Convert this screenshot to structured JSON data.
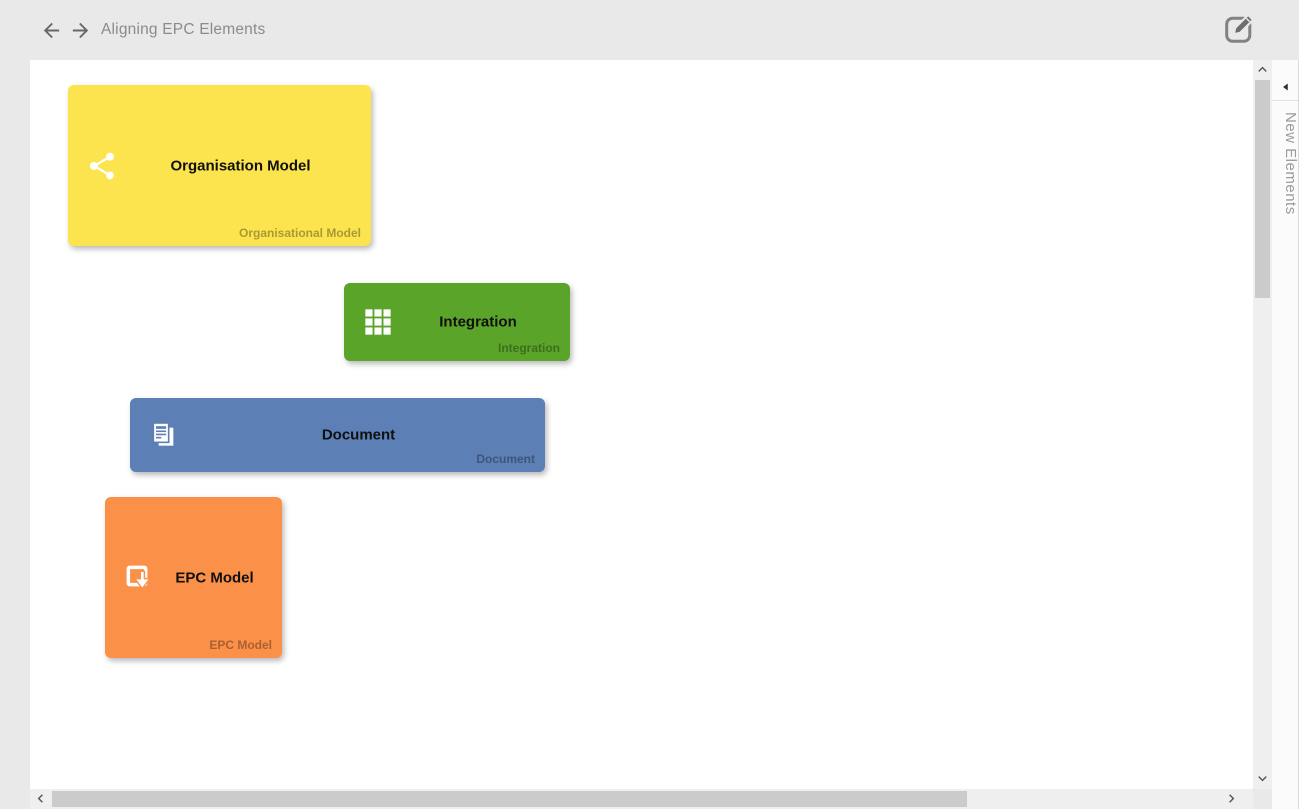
{
  "header": {
    "title": "Aligning EPC Elements",
    "back_icon": "arrow-left",
    "forward_icon": "arrow-right",
    "edit_icon": "edit-pencil-square"
  },
  "canvas": {
    "cards": [
      {
        "id": "organisation-model",
        "title": "Organisation Model",
        "footer_label": "Organisational Model",
        "icon": "share-icon",
        "color": "#fbe44d"
      },
      {
        "id": "integration",
        "title": "Integration",
        "footer_label": "Integration",
        "icon": "grid-icon",
        "color": "#5aa42a"
      },
      {
        "id": "document",
        "title": "Document",
        "footer_label": "Document",
        "icon": "document-icon",
        "color": "#5c7fb5"
      },
      {
        "id": "epc-model",
        "title": "EPC Model",
        "footer_label": "EPC Model",
        "icon": "epc-model-icon",
        "color": "#fb9049"
      }
    ]
  },
  "drawer": {
    "title": "New Elements",
    "collapse_icon": "triangle-left"
  },
  "scrollbars": {
    "vertical": {
      "up_icon": "chevron-up",
      "down_icon": "chevron-down"
    },
    "horizontal": {
      "left_icon": "chevron-left",
      "right_icon": "chevron-right"
    }
  }
}
